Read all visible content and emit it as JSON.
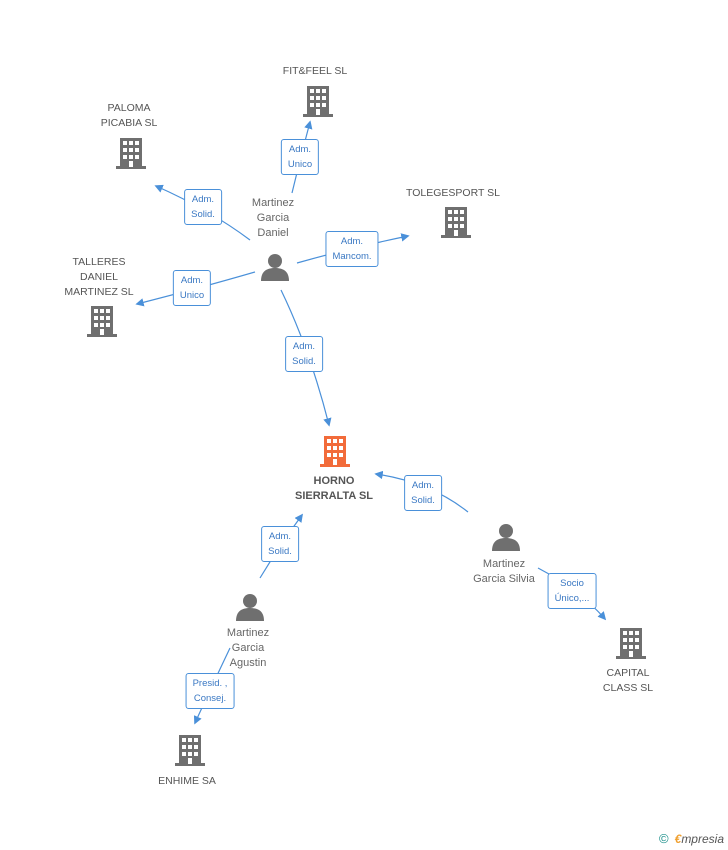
{
  "companies": [
    {
      "id": "fitfeel",
      "label": "FIT&FEEL SL",
      "highlight": false
    },
    {
      "id": "paloma",
      "label": "PALOMA\nPICABIA SL",
      "highlight": false
    },
    {
      "id": "tolegesport",
      "label": "TOLEGESPORT SL",
      "highlight": false
    },
    {
      "id": "talleres",
      "label": "TALLERES\nDANIEL\nMARTINEZ SL",
      "highlight": false
    },
    {
      "id": "horno",
      "label": "HORNO\nSIERRALTA SL",
      "highlight": true
    },
    {
      "id": "capital",
      "label": "CAPITAL\nCLASS SL",
      "highlight": false
    },
    {
      "id": "enhime",
      "label": "ENHIME SA",
      "highlight": false
    }
  ],
  "persons": [
    {
      "id": "daniel",
      "label": "Martinez\nGarcia\nDaniel"
    },
    {
      "id": "silvia",
      "label": "Martinez\nGarcia Silvia"
    },
    {
      "id": "agustin",
      "label": "Martinez\nGarcia\nAgustin"
    }
  ],
  "relations": [
    {
      "id": "r1",
      "label": "Adm.\nUnico"
    },
    {
      "id": "r2",
      "label": "Adm.\nSolid."
    },
    {
      "id": "r3",
      "label": "Adm.\nMancom."
    },
    {
      "id": "r4",
      "label": "Adm.\nUnico"
    },
    {
      "id": "r5",
      "label": "Adm.\nSolid."
    },
    {
      "id": "r6",
      "label": "Adm.\nSolid."
    },
    {
      "id": "r7",
      "label": "Socio\nÚnico,..."
    },
    {
      "id": "r8",
      "label": "Adm.\nSolid."
    },
    {
      "id": "r9",
      "label": "Presid. ,\nConsej."
    }
  ],
  "colors": {
    "company": "#6f6f6f",
    "highlight": "#f26b3a",
    "person": "#6f6f6f",
    "edge": "#4a90d9"
  },
  "footer": {
    "copyright": "©",
    "brand_first": "€",
    "brand_rest": "mpresia"
  }
}
